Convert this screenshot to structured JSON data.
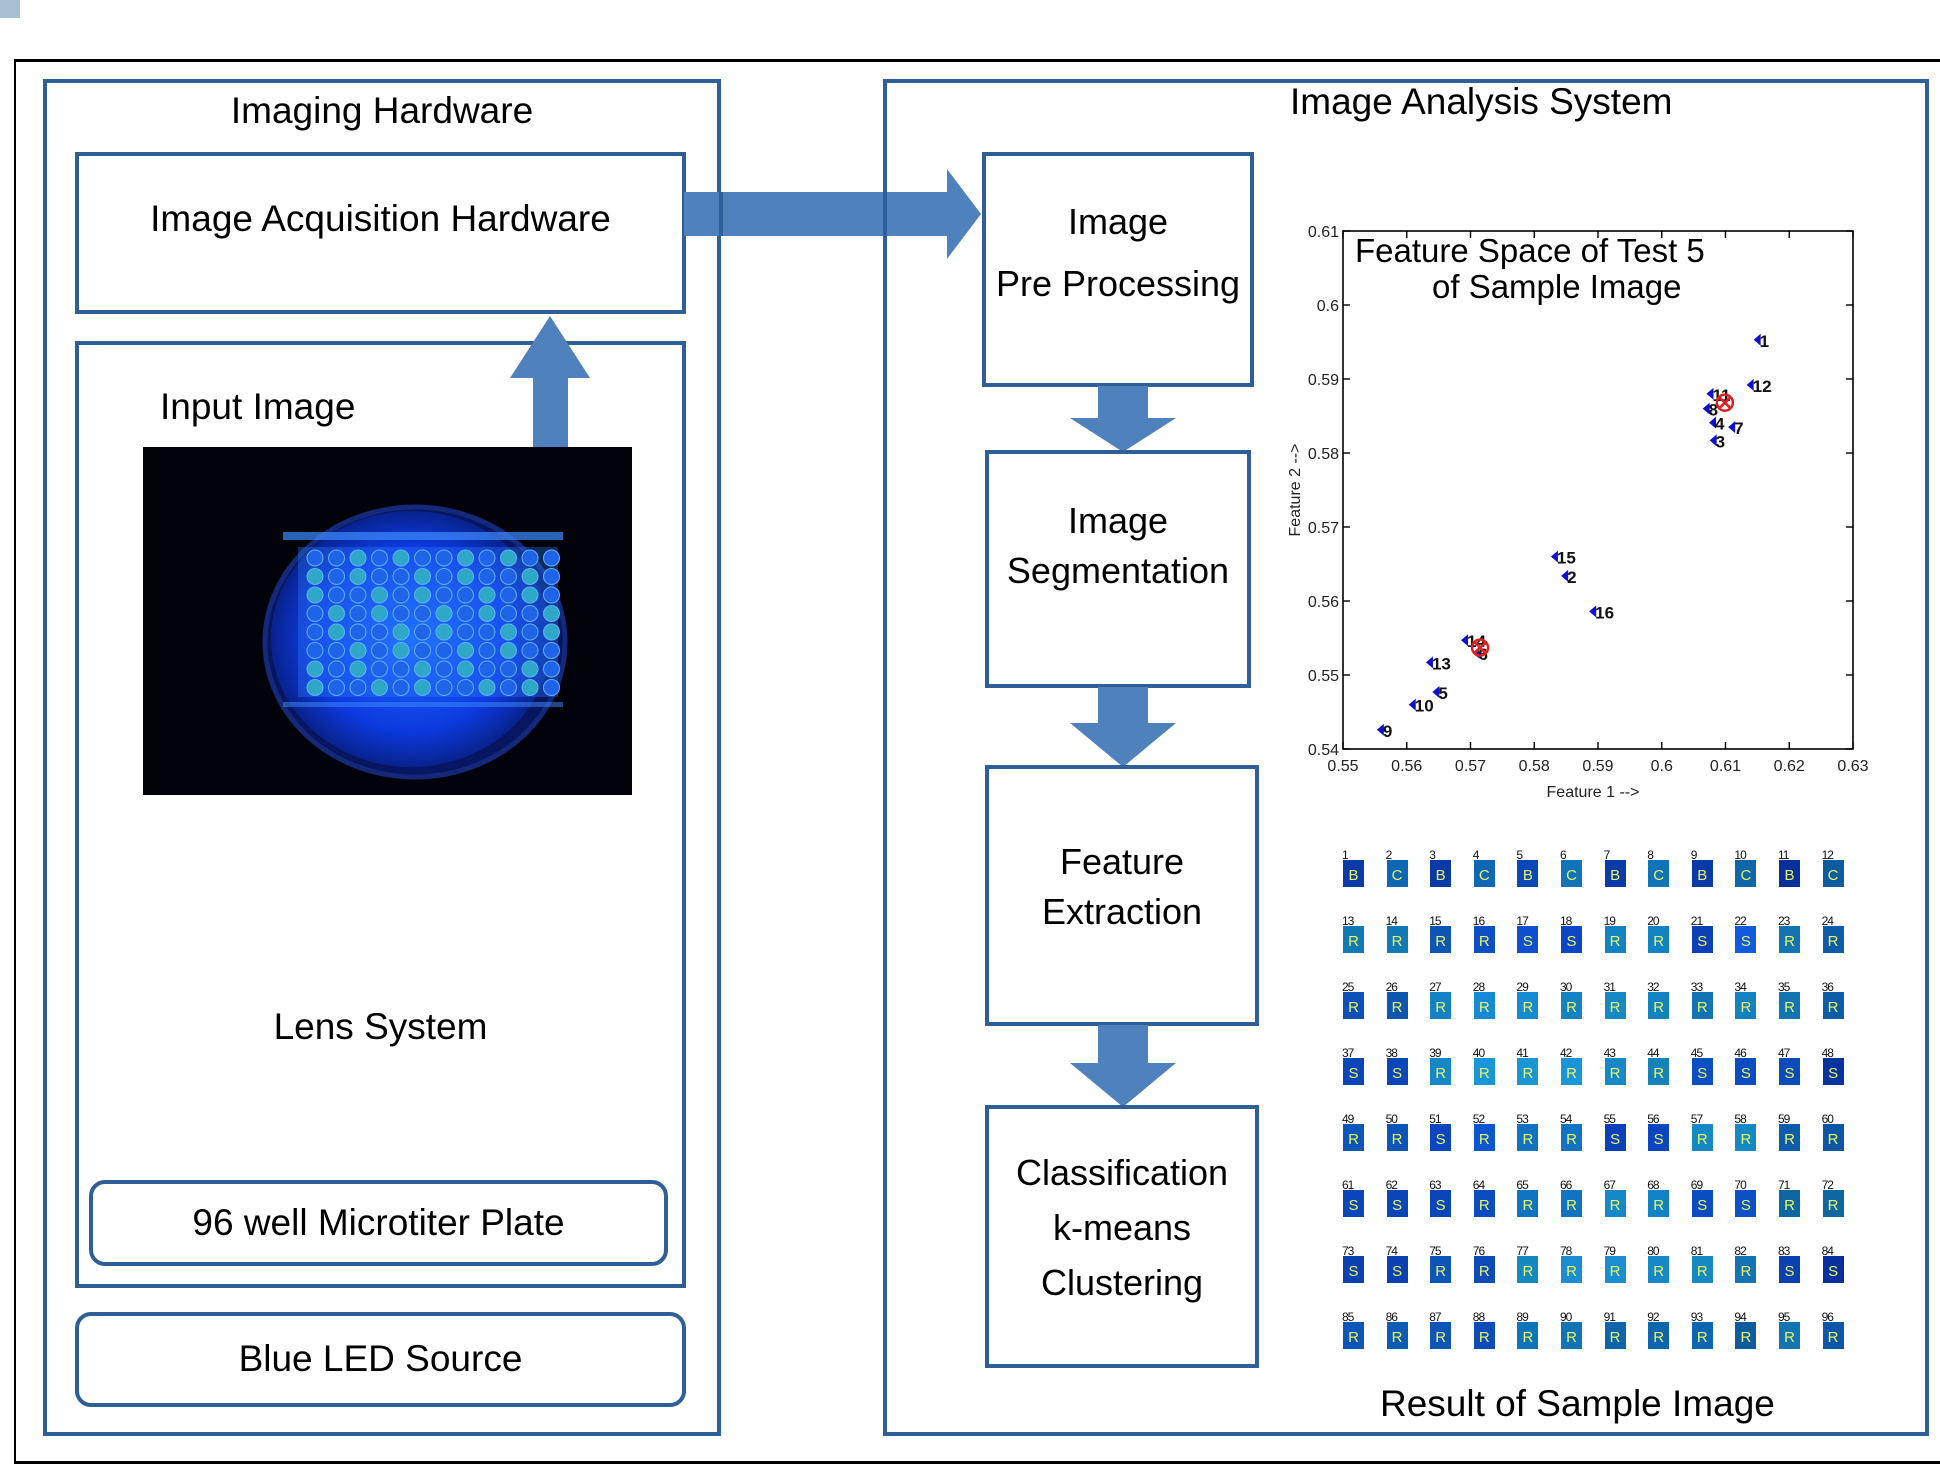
{
  "left_section": {
    "title": "Imaging Hardware",
    "acquisition_box": "Image Acquisition Hardware",
    "input_image_label": "Input Image",
    "lens_system_label": "Lens System",
    "microtiter_plate": "96 well Microtiter Plate",
    "led_source": "Blue LED Source"
  },
  "right_section": {
    "title": "Image Analysis System",
    "flow_steps": [
      {
        "lines": [
          "Image",
          "Pre Processing"
        ]
      },
      {
        "lines": [
          "Image",
          "Segmentation"
        ]
      },
      {
        "lines": [
          "Feature",
          "Extraction"
        ]
      },
      {
        "lines": [
          "Classification",
          "k-means",
          "Clustering"
        ]
      }
    ],
    "result_caption": "Result of Sample Image"
  },
  "colors": {
    "box_border": "#2f5f97",
    "arrow_fill": "#4f81bd",
    "point_marker": "#1010c8",
    "centroid": "#e02020",
    "class_letter": "#e6f56a"
  },
  "chart_data": {
    "type": "scatter",
    "title": "Feature Space of Test 5",
    "subtitle": "of Sample Image",
    "xlabel": "Feature 1 -->",
    "ylabel": "Feature 2 -->",
    "xlim": [
      0.55,
      0.63
    ],
    "ylim": [
      0.54,
      0.61
    ],
    "xticks": [
      "0.55",
      "0.56",
      "0.57",
      "0.58",
      "0.59",
      "0.6",
      "0.61",
      "0.62",
      "0.63"
    ],
    "yticks": [
      "0.54",
      "0.55",
      "0.56",
      "0.57",
      "0.58",
      "0.59",
      "0.6",
      "0.61"
    ],
    "xtick_values": [
      0.55,
      0.56,
      0.57,
      0.58,
      0.59,
      0.6,
      0.61,
      0.62,
      0.63
    ],
    "ytick_values": [
      0.54,
      0.55,
      0.56,
      0.57,
      0.58,
      0.59,
      0.6,
      0.61
    ],
    "grid": false,
    "points": [
      {
        "label": "1",
        "x": 0.6152,
        "y": 0.5953
      },
      {
        "label": "12",
        "x": 0.6141,
        "y": 0.5892
      },
      {
        "label": "11",
        "x": 0.6078,
        "y": 0.588
      },
      {
        "label": "8",
        "x": 0.6072,
        "y": 0.586
      },
      {
        "label": "4",
        "x": 0.6082,
        "y": 0.5841
      },
      {
        "label": "7",
        "x": 0.6112,
        "y": 0.5835
      },
      {
        "label": "3",
        "x": 0.6083,
        "y": 0.5817
      },
      {
        "label": "15",
        "x": 0.5834,
        "y": 0.566
      },
      {
        "label": "2",
        "x": 0.585,
        "y": 0.5634
      },
      {
        "label": "16",
        "x": 0.5894,
        "y": 0.5586
      },
      {
        "label": "14",
        "x": 0.5693,
        "y": 0.5547
      },
      {
        "label": "6",
        "x": 0.5711,
        "y": 0.553
      },
      {
        "label": "13",
        "x": 0.5638,
        "y": 0.5517
      },
      {
        "label": "5",
        "x": 0.5648,
        "y": 0.5477
      },
      {
        "label": "10",
        "x": 0.5611,
        "y": 0.546
      },
      {
        "label": "9",
        "x": 0.5561,
        "y": 0.5426
      }
    ],
    "centroids": [
      {
        "x": 0.6099,
        "y": 0.5868
      },
      {
        "x": 0.5715,
        "y": 0.5537
      }
    ]
  },
  "well_results": {
    "columns": 12,
    "wells": [
      {
        "n": 1,
        "c": "B",
        "color": "#0a3aa6"
      },
      {
        "n": 2,
        "c": "C",
        "color": "#0f66b4"
      },
      {
        "n": 3,
        "c": "B",
        "color": "#0a3aa6"
      },
      {
        "n": 4,
        "c": "C",
        "color": "#0f66b4"
      },
      {
        "n": 5,
        "c": "B",
        "color": "#0b47b6"
      },
      {
        "n": 6,
        "c": "C",
        "color": "#1274b8"
      },
      {
        "n": 7,
        "c": "B",
        "color": "#0a3aa6"
      },
      {
        "n": 8,
        "c": "C",
        "color": "#1274b8"
      },
      {
        "n": 9,
        "c": "B",
        "color": "#0a3aa6"
      },
      {
        "n": 10,
        "c": "C",
        "color": "#0f66a8"
      },
      {
        "n": 11,
        "c": "B",
        "color": "#07309a"
      },
      {
        "n": 12,
        "c": "C",
        "color": "#0d5ca0"
      },
      {
        "n": 13,
        "c": "R",
        "color": "#117ab4"
      },
      {
        "n": 14,
        "c": "R",
        "color": "#117ab4"
      },
      {
        "n": 15,
        "c": "R",
        "color": "#0d56b4"
      },
      {
        "n": 16,
        "c": "R",
        "color": "#0d4fc4"
      },
      {
        "n": 17,
        "c": "S",
        "color": "#0e50d0"
      },
      {
        "n": 18,
        "c": "S",
        "color": "#0d46c4"
      },
      {
        "n": 19,
        "c": "R",
        "color": "#1382c2"
      },
      {
        "n": 20,
        "c": "R",
        "color": "#1382c2"
      },
      {
        "n": 21,
        "c": "S",
        "color": "#0b40b6"
      },
      {
        "n": 22,
        "c": "S",
        "color": "#105ae0"
      },
      {
        "n": 23,
        "c": "R",
        "color": "#1274b0"
      },
      {
        "n": 24,
        "c": "R",
        "color": "#0d5ca8"
      },
      {
        "n": 25,
        "c": "R",
        "color": "#0d50b8"
      },
      {
        "n": 26,
        "c": "R",
        "color": "#0d56b0"
      },
      {
        "n": 27,
        "c": "R",
        "color": "#1382c4"
      },
      {
        "n": 28,
        "c": "R",
        "color": "#168ad6"
      },
      {
        "n": 29,
        "c": "R",
        "color": "#168ad0"
      },
      {
        "n": 30,
        "c": "R",
        "color": "#1382c0"
      },
      {
        "n": 31,
        "c": "R",
        "color": "#1688c4"
      },
      {
        "n": 32,
        "c": "R",
        "color": "#1382c0"
      },
      {
        "n": 33,
        "c": "R",
        "color": "#1274b4"
      },
      {
        "n": 34,
        "c": "R",
        "color": "#1382c0"
      },
      {
        "n": 35,
        "c": "R",
        "color": "#1274b0"
      },
      {
        "n": 36,
        "c": "R",
        "color": "#0d5ca8"
      },
      {
        "n": 37,
        "c": "S",
        "color": "#0b46b8"
      },
      {
        "n": 38,
        "c": "S",
        "color": "#0b46b8"
      },
      {
        "n": 39,
        "c": "R",
        "color": "#1688c8"
      },
      {
        "n": 40,
        "c": "R",
        "color": "#1a96d8"
      },
      {
        "n": 41,
        "c": "R",
        "color": "#1a96d4"
      },
      {
        "n": 42,
        "c": "R",
        "color": "#1a96d8"
      },
      {
        "n": 43,
        "c": "R",
        "color": "#1688c8"
      },
      {
        "n": 44,
        "c": "R",
        "color": "#1482b8"
      },
      {
        "n": 45,
        "c": "S",
        "color": "#0b50c0"
      },
      {
        "n": 46,
        "c": "S",
        "color": "#0b4cc0"
      },
      {
        "n": 47,
        "c": "S",
        "color": "#0b4cb8"
      },
      {
        "n": 48,
        "c": "S",
        "color": "#07339c"
      },
      {
        "n": 49,
        "c": "R",
        "color": "#0d56b8"
      },
      {
        "n": 50,
        "c": "R",
        "color": "#0d56b8"
      },
      {
        "n": 51,
        "c": "S",
        "color": "#0b46c0"
      },
      {
        "n": 52,
        "c": "R",
        "color": "#0d56d0"
      },
      {
        "n": 53,
        "c": "R",
        "color": "#1274c0"
      },
      {
        "n": 54,
        "c": "R",
        "color": "#1274c0"
      },
      {
        "n": 55,
        "c": "S",
        "color": "#0b40b8"
      },
      {
        "n": 56,
        "c": "S",
        "color": "#0b46c0"
      },
      {
        "n": 57,
        "c": "R",
        "color": "#1688c4"
      },
      {
        "n": 58,
        "c": "R",
        "color": "#1688c4"
      },
      {
        "n": 59,
        "c": "R",
        "color": "#0d5cac"
      },
      {
        "n": 60,
        "c": "R",
        "color": "#0d56a4"
      },
      {
        "n": 61,
        "c": "S",
        "color": "#0b46b8"
      },
      {
        "n": 62,
        "c": "S",
        "color": "#0b46b8"
      },
      {
        "n": 63,
        "c": "S",
        "color": "#0b46b8"
      },
      {
        "n": 64,
        "c": "R",
        "color": "#0d4cc0"
      },
      {
        "n": 65,
        "c": "R",
        "color": "#1274c0"
      },
      {
        "n": 66,
        "c": "R",
        "color": "#1274c0"
      },
      {
        "n": 67,
        "c": "R",
        "color": "#1688c8"
      },
      {
        "n": 68,
        "c": "R",
        "color": "#1382c4"
      },
      {
        "n": 69,
        "c": "S",
        "color": "#0b4cc0"
      },
      {
        "n": 70,
        "c": "S",
        "color": "#0b50c4"
      },
      {
        "n": 71,
        "c": "R",
        "color": "#0d66a0"
      },
      {
        "n": 72,
        "c": "R",
        "color": "#0d66a0"
      },
      {
        "n": 73,
        "c": "S",
        "color": "#0b40b0"
      },
      {
        "n": 74,
        "c": "S",
        "color": "#0b40b0"
      },
      {
        "n": 75,
        "c": "R",
        "color": "#0d56b8"
      },
      {
        "n": 76,
        "c": "R",
        "color": "#0d4cb8"
      },
      {
        "n": 77,
        "c": "R",
        "color": "#1688c0"
      },
      {
        "n": 78,
        "c": "R",
        "color": "#1a8ed0"
      },
      {
        "n": 79,
        "c": "R",
        "color": "#1a8ed0"
      },
      {
        "n": 80,
        "c": "R",
        "color": "#1688c8"
      },
      {
        "n": 81,
        "c": "R",
        "color": "#1688c4"
      },
      {
        "n": 82,
        "c": "R",
        "color": "#1274b4"
      },
      {
        "n": 83,
        "c": "S",
        "color": "#0b40b0"
      },
      {
        "n": 84,
        "c": "S",
        "color": "#07309c"
      },
      {
        "n": 85,
        "c": "R",
        "color": "#0d56b8"
      },
      {
        "n": 86,
        "c": "R",
        "color": "#0d5cb4"
      },
      {
        "n": 87,
        "c": "R",
        "color": "#0d56b8"
      },
      {
        "n": 88,
        "c": "R",
        "color": "#0d4cb8"
      },
      {
        "n": 89,
        "c": "R",
        "color": "#1274b8"
      },
      {
        "n": 90,
        "c": "R",
        "color": "#1274b4"
      },
      {
        "n": 91,
        "c": "R",
        "color": "#0d66ac"
      },
      {
        "n": 92,
        "c": "R",
        "color": "#0d66ac"
      },
      {
        "n": 93,
        "c": "R",
        "color": "#0d66b0"
      },
      {
        "n": 94,
        "c": "R",
        "color": "#0d5ca0"
      },
      {
        "n": 95,
        "c": "R",
        "color": "#1274b0"
      },
      {
        "n": 96,
        "c": "R",
        "color": "#0d56a8"
      }
    ]
  }
}
